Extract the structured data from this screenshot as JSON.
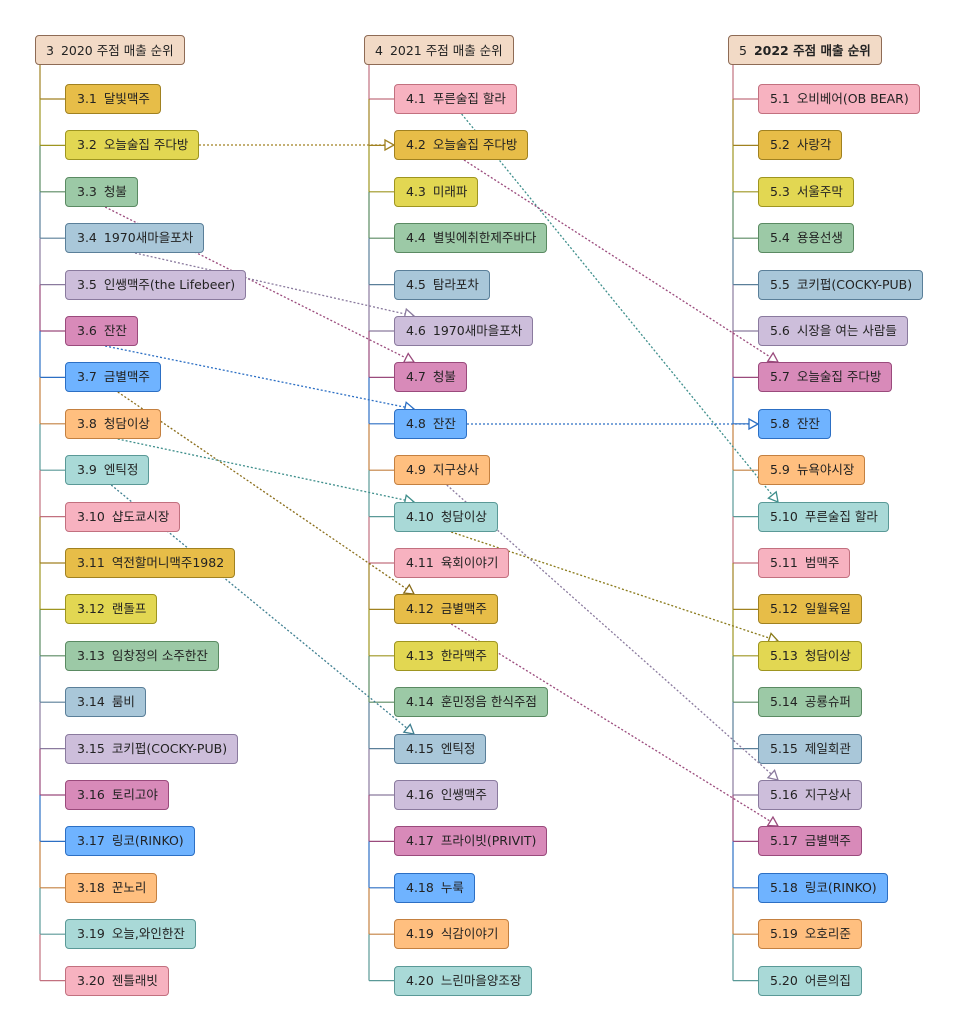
{
  "columns": [
    {
      "number": "3",
      "title": "2020 주점 매출 순위",
      "bold": false,
      "items": [
        {
          "num": "3.1",
          "label": "달빛맥주",
          "color": "olive"
        },
        {
          "num": "3.2",
          "label": "오늘술집 주다방",
          "color": "yellow"
        },
        {
          "num": "3.3",
          "label": "청불",
          "color": "green"
        },
        {
          "num": "3.4",
          "label": "1970새마을포차",
          "color": "steel"
        },
        {
          "num": "3.5",
          "label": "인쌩맥주(the Lifebeer)",
          "color": "lav"
        },
        {
          "num": "3.6",
          "label": "잔잔",
          "color": "mag"
        },
        {
          "num": "3.7",
          "label": "금별맥주",
          "color": "blue"
        },
        {
          "num": "3.8",
          "label": "청담이상",
          "color": "orange"
        },
        {
          "num": "3.9",
          "label": "엔틱정",
          "color": "teal"
        },
        {
          "num": "3.10",
          "label": "샵도쿄시장",
          "color": "pink"
        },
        {
          "num": "3.11",
          "label": "역전할머니맥주1982",
          "color": "olive"
        },
        {
          "num": "3.12",
          "label": "랜돌프",
          "color": "yellow"
        },
        {
          "num": "3.13",
          "label": "임창정의 소주한잔",
          "color": "green"
        },
        {
          "num": "3.14",
          "label": "룸비",
          "color": "steel"
        },
        {
          "num": "3.15",
          "label": "코키펍(COCKY-PUB)",
          "color": "lav"
        },
        {
          "num": "3.16",
          "label": "토리고야",
          "color": "mag"
        },
        {
          "num": "3.17",
          "label": "링코(RINKO)",
          "color": "blue"
        },
        {
          "num": "3.18",
          "label": "꾼노리",
          "color": "orange"
        },
        {
          "num": "3.19",
          "label": "오늘,와인한잔",
          "color": "teal"
        },
        {
          "num": "3.20",
          "label": "젠틀래빗",
          "color": "pink"
        }
      ]
    },
    {
      "number": "4",
      "title": "2021 주점 매출 순위",
      "bold": false,
      "items": [
        {
          "num": "4.1",
          "label": "푸른술집 할라",
          "color": "pink"
        },
        {
          "num": "4.2",
          "label": "오늘술집 주다방",
          "color": "olive"
        },
        {
          "num": "4.3",
          "label": "미래파",
          "color": "yellow"
        },
        {
          "num": "4.4",
          "label": "별빛에취한제주바다",
          "color": "green"
        },
        {
          "num": "4.5",
          "label": "탐라포차",
          "color": "steel"
        },
        {
          "num": "4.6",
          "label": "1970새마을포차",
          "color": "lav"
        },
        {
          "num": "4.7",
          "label": "청불",
          "color": "mag"
        },
        {
          "num": "4.8",
          "label": "잔잔",
          "color": "blue"
        },
        {
          "num": "4.9",
          "label": "지구상사",
          "color": "orange"
        },
        {
          "num": "4.10",
          "label": "청담이상",
          "color": "teal"
        },
        {
          "num": "4.11",
          "label": "육회이야기",
          "color": "pink"
        },
        {
          "num": "4.12",
          "label": "금별맥주",
          "color": "olive"
        },
        {
          "num": "4.13",
          "label": "한라맥주",
          "color": "yellow"
        },
        {
          "num": "4.14",
          "label": "훈민정음 한식주점",
          "color": "green"
        },
        {
          "num": "4.15",
          "label": "엔틱정",
          "color": "steel"
        },
        {
          "num": "4.16",
          "label": "인쌩맥주",
          "color": "lav"
        },
        {
          "num": "4.17",
          "label": "프라이빗(PRIVIT)",
          "color": "mag"
        },
        {
          "num": "4.18",
          "label": "누룩",
          "color": "blue"
        },
        {
          "num": "4.19",
          "label": "식감이야기",
          "color": "orange"
        },
        {
          "num": "4.20",
          "label": "느린마을양조장",
          "color": "teal"
        }
      ]
    },
    {
      "number": "5",
      "title": "2022 주점 매출 순위",
      "bold": true,
      "items": [
        {
          "num": "5.1",
          "label": "오비베어(OB BEAR)",
          "color": "pink"
        },
        {
          "num": "5.2",
          "label": "사랑각",
          "color": "olive"
        },
        {
          "num": "5.3",
          "label": "서울주막",
          "color": "yellow"
        },
        {
          "num": "5.4",
          "label": "용용선생",
          "color": "green"
        },
        {
          "num": "5.5",
          "label": "코키펍(COCKY-PUB)",
          "color": "steel"
        },
        {
          "num": "5.6",
          "label": "시장을 여는 사람들",
          "color": "lav"
        },
        {
          "num": "5.7",
          "label": "오늘술집 주다방",
          "color": "mag"
        },
        {
          "num": "5.8",
          "label": "잔잔",
          "color": "blue"
        },
        {
          "num": "5.9",
          "label": "뉴욕야시장",
          "color": "orange"
        },
        {
          "num": "5.10",
          "label": "푸른술집 할라",
          "color": "teal"
        },
        {
          "num": "5.11",
          "label": "범맥주",
          "color": "pink"
        },
        {
          "num": "5.12",
          "label": "일월육일",
          "color": "olive"
        },
        {
          "num": "5.13",
          "label": "청담이상",
          "color": "yellow"
        },
        {
          "num": "5.14",
          "label": "공룡슈퍼",
          "color": "green"
        },
        {
          "num": "5.15",
          "label": "제일회관",
          "color": "steel"
        },
        {
          "num": "5.16",
          "label": "지구상사",
          "color": "lav"
        },
        {
          "num": "5.17",
          "label": "금별맥주",
          "color": "mag"
        },
        {
          "num": "5.18",
          "label": "링코(RINKO)",
          "color": "blue"
        },
        {
          "num": "5.19",
          "label": "오호리준",
          "color": "orange"
        },
        {
          "num": "5.20",
          "label": "어른의집",
          "color": "teal"
        }
      ]
    }
  ],
  "links": [
    {
      "from": "3.2",
      "to": "4.2",
      "color": "#a08120"
    },
    {
      "from": "3.3",
      "to": "4.7",
      "color": "#9a4a7c"
    },
    {
      "from": "3.4",
      "to": "4.6",
      "color": "#8a7a9e"
    },
    {
      "from": "3.6",
      "to": "4.8",
      "color": "#2c6fc4"
    },
    {
      "from": "3.7",
      "to": "4.12",
      "color": "#8a6d1a"
    },
    {
      "from": "3.8",
      "to": "4.10",
      "color": "#3f8f8c"
    },
    {
      "from": "3.9",
      "to": "4.15",
      "color": "#3f7f90"
    },
    {
      "from": "4.1",
      "to": "5.10",
      "color": "#3f8f8c"
    },
    {
      "from": "4.2",
      "to": "5.7",
      "color": "#9a4a7c"
    },
    {
      "from": "4.8",
      "to": "5.8",
      "color": "#2c6fc4"
    },
    {
      "from": "4.9",
      "to": "5.16",
      "color": "#8a7a9e"
    },
    {
      "from": "4.10",
      "to": "5.13",
      "color": "#8a7a1a"
    },
    {
      "from": "4.12",
      "to": "5.17",
      "color": "#9a4a7c"
    }
  ]
}
